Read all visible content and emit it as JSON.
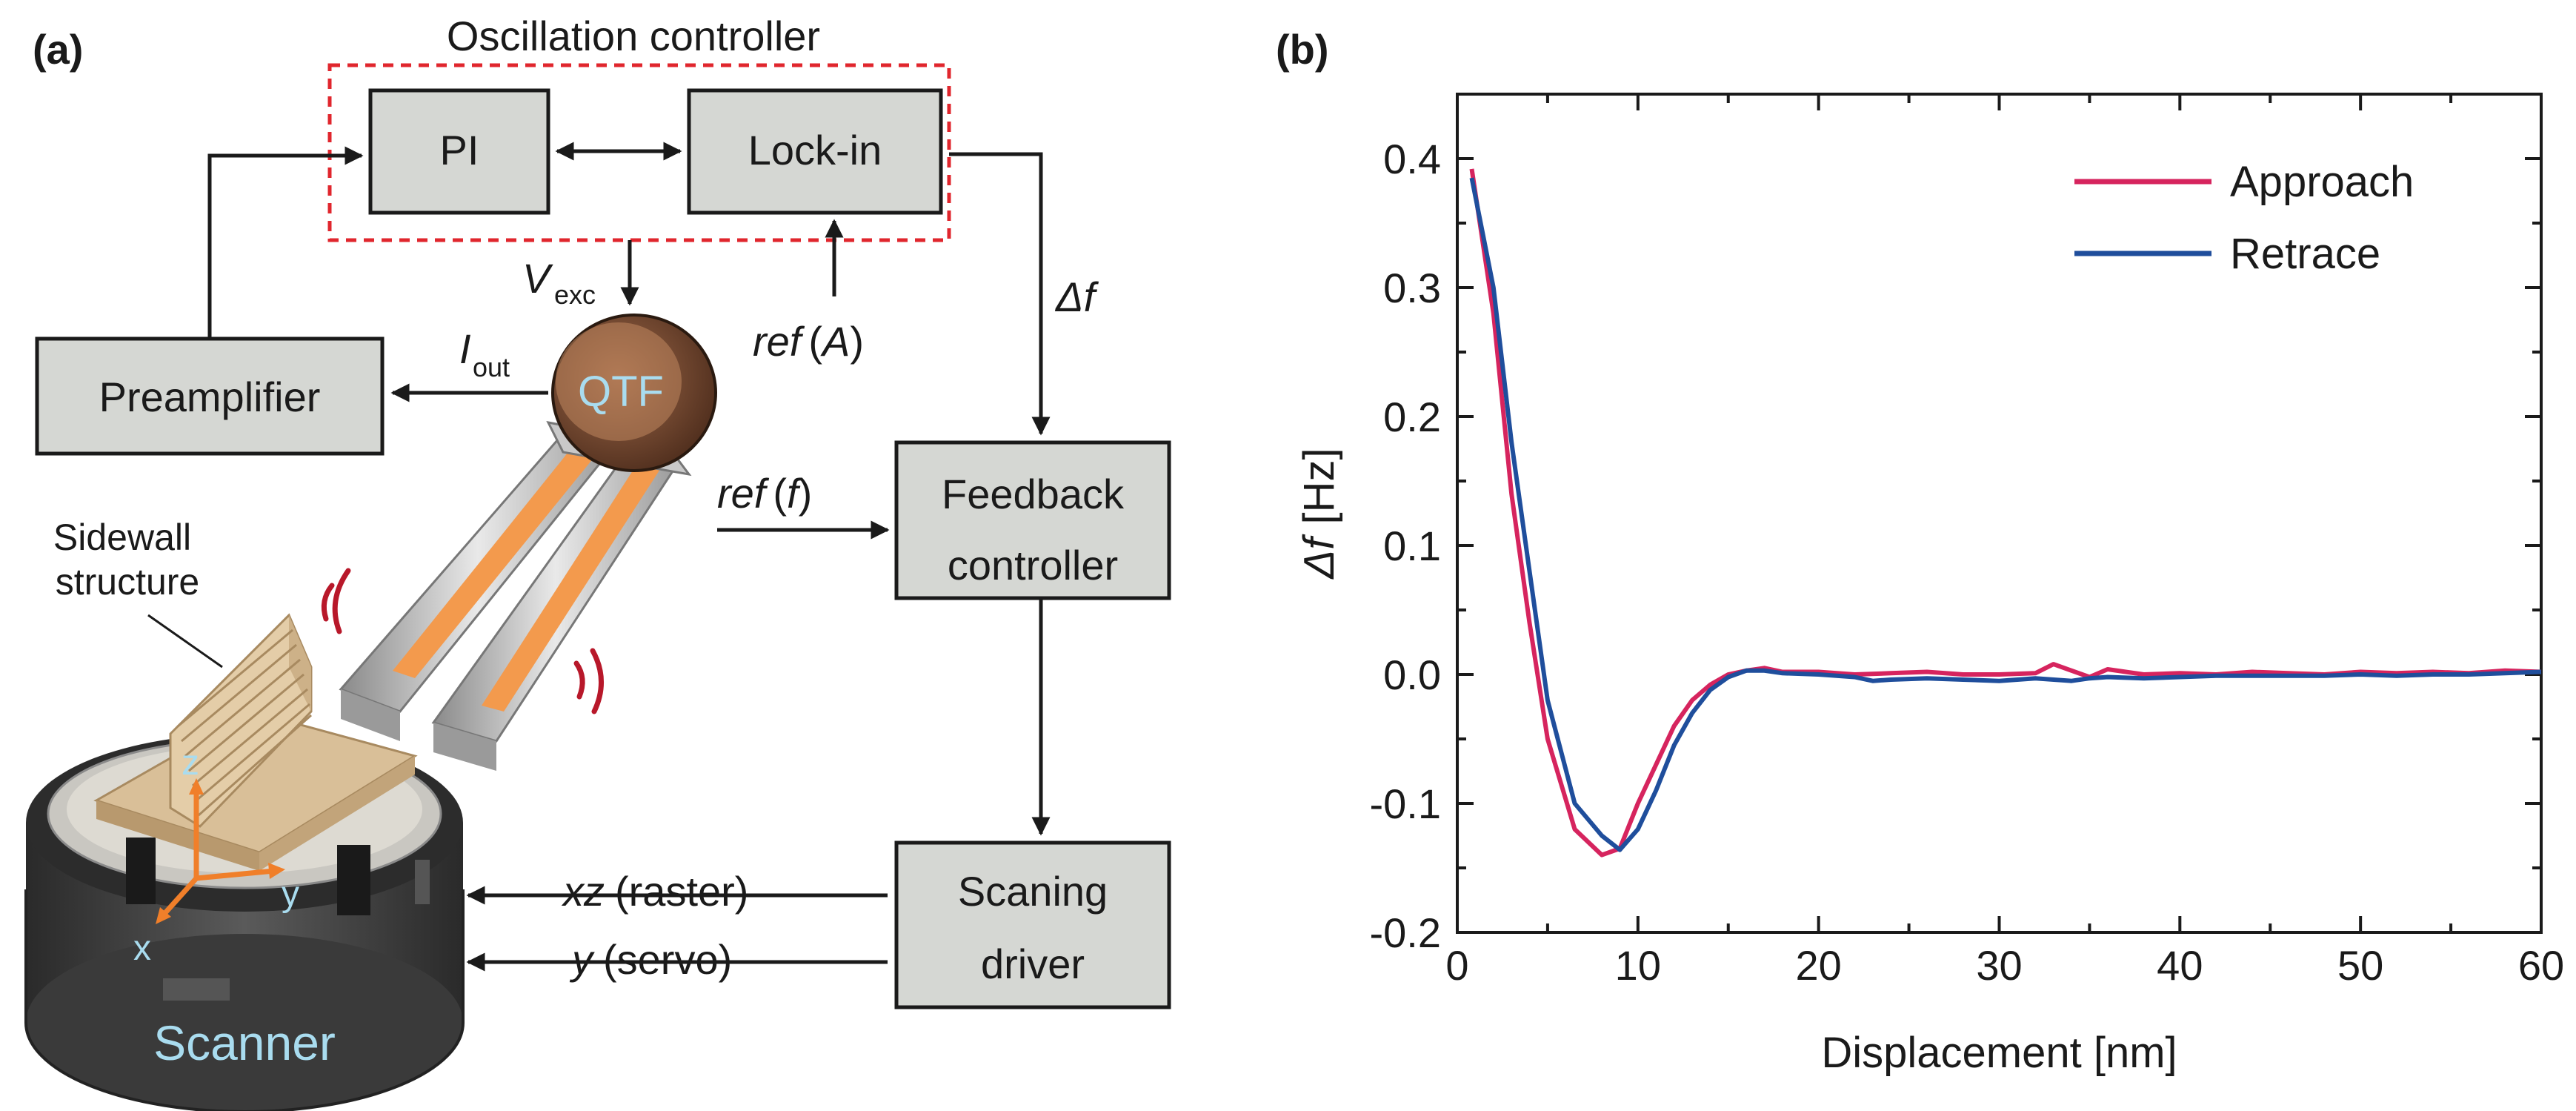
{
  "panel_a": {
    "label": "(a)",
    "oscillation_controller": "Oscillation controller",
    "pi": "PI",
    "lockin": "Lock-in",
    "preamplifier": "Preamplifier",
    "feedback_line1": "Feedback",
    "feedback_line2": "controller",
    "scanning_line1": "Scaning",
    "scanning_line2": "driver",
    "v_exc_main": "V",
    "v_exc_sub": "exc",
    "i_out_main": "I",
    "i_out_sub": "out",
    "ref_a_italic": "ref",
    "ref_a_paren": "(A)",
    "ref_a_open": "(",
    "ref_a_var": "A",
    "ref_a_close": ")",
    "delta_f": "Δf",
    "ref_f_italic": "ref",
    "ref_f_open": "(",
    "ref_f_var": "f",
    "ref_f_close": ")",
    "qtf": "QTF",
    "sidewall_line1": "Sidewall",
    "sidewall_line2": "structure",
    "xz_var": "xz",
    "xz_rest": "(raster)",
    "y_var": "y",
    "y_rest": "(servo)",
    "axis_z": "z",
    "axis_y": "y",
    "axis_x": "x",
    "scanner": "Scanner"
  },
  "panel_b": {
    "label": "(b)"
  },
  "colors": {
    "approach": "#d6245e",
    "retrace": "#1f4e9c",
    "box_fill": "#d5d7d3",
    "dashed_border": "#e0262d",
    "light_blue_text": "#a9dcef",
    "orange_axes": "#f07f2a",
    "signal_red": "#b8182a"
  },
  "chart_data": {
    "type": "line",
    "xlabel": "Displacement [nm]",
    "ylabel_italic": "Δf",
    "ylabel_unit": "[Hz]",
    "xlim": [
      0,
      60
    ],
    "ylim": [
      -0.2,
      0.45
    ],
    "xticks": [
      0,
      10,
      20,
      30,
      40,
      50,
      60
    ],
    "yticks": [
      -0.2,
      -0.1,
      0.0,
      0.1,
      0.2,
      0.3,
      0.4
    ],
    "ytick_labels": [
      "-0.2",
      "-0.1",
      "0.0",
      "0.1",
      "0.2",
      "0.3",
      "0.4"
    ],
    "legend_position": "top-right",
    "series": [
      {
        "name": "Approach",
        "color": "#d6245e",
        "x": [
          0.8,
          2,
          3,
          4,
          5,
          6.5,
          8,
          9,
          10,
          11,
          12,
          13,
          14,
          15,
          16,
          17,
          18,
          20,
          22,
          24,
          26,
          28,
          30,
          32,
          33,
          35,
          36,
          38,
          40,
          42,
          44,
          46,
          48,
          50,
          52,
          54,
          56,
          58,
          60
        ],
        "y": [
          0.392,
          0.28,
          0.14,
          0.04,
          -0.05,
          -0.12,
          -0.14,
          -0.135,
          -0.1,
          -0.07,
          -0.04,
          -0.02,
          -0.008,
          0.0,
          0.003,
          0.005,
          0.002,
          0.002,
          0.0,
          0.001,
          0.002,
          0.0,
          0.0,
          0.001,
          0.008,
          -0.002,
          0.004,
          0.0,
          0.001,
          0.0,
          0.002,
          0.001,
          0.0,
          0.002,
          0.001,
          0.002,
          0.001,
          0.003,
          0.002
        ]
      },
      {
        "name": "Retrace",
        "color": "#1f4e9c",
        "x": [
          0.8,
          2,
          3,
          4,
          5,
          6.5,
          8,
          9,
          10,
          11,
          12,
          13,
          14,
          15,
          16,
          17,
          18,
          20,
          22,
          23,
          24,
          26,
          28,
          30,
          32,
          34,
          35,
          36,
          38,
          40,
          42,
          44,
          46,
          48,
          50,
          52,
          54,
          56,
          58,
          60
        ],
        "y": [
          0.385,
          0.3,
          0.18,
          0.08,
          -0.02,
          -0.1,
          -0.125,
          -0.136,
          -0.12,
          -0.09,
          -0.055,
          -0.03,
          -0.012,
          -0.002,
          0.003,
          0.003,
          0.001,
          0.0,
          -0.002,
          -0.005,
          -0.004,
          -0.003,
          -0.004,
          -0.005,
          -0.003,
          -0.005,
          -0.003,
          -0.002,
          -0.003,
          -0.002,
          -0.001,
          -0.001,
          -0.001,
          -0.001,
          0.0,
          -0.001,
          0.0,
          0.0,
          0.001,
          0.002
        ]
      }
    ]
  }
}
